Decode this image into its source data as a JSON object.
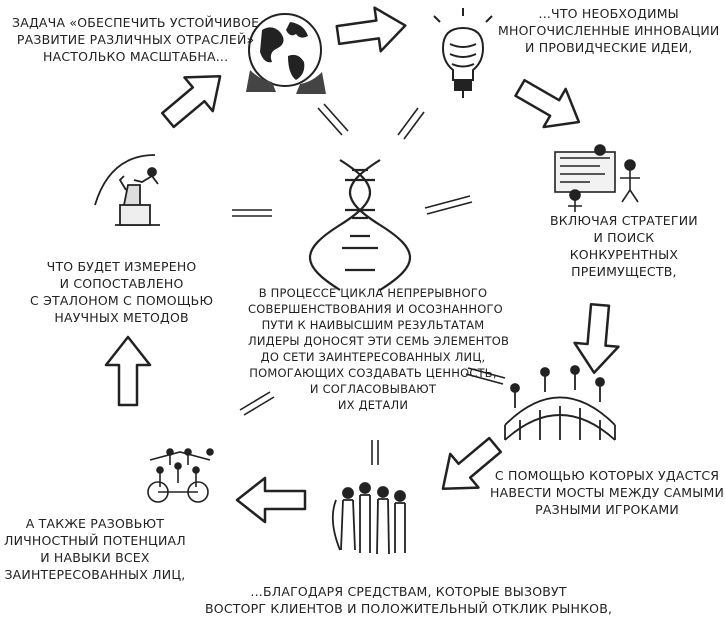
{
  "captions": {
    "globe": [
      "Задача «обеспечить устойчивое",
      "развитие различных отраслей»",
      "настолько масштабна..."
    ],
    "innovation": [
      "...что необходимы",
      "многочисленные инновации",
      "и провидческие идеи,"
    ],
    "strategy": [
      "включая стратегии",
      "и поиск",
      "конкурентных",
      "преимуществ,"
    ],
    "bridges": [
      "с помощью которых удастся",
      "навести мосты между самыми",
      "разными игроками"
    ],
    "customers": [
      "...благодаря средствам, которые вызовут",
      "восторг клиентов и положительный отклик рынков,"
    ],
    "people": [
      "а также разовьют",
      "личностный потенциал",
      "и навыки всех",
      "заинтересованных лиц,"
    ],
    "measure": [
      "что будет измерено",
      "и сопоставлено",
      "с эталоном с помощью",
      "научных методов"
    ],
    "center": [
      "В процессе цикла непрерывного",
      "совершенствования и осознанного",
      "пути к наивысшим результатам",
      "лидеры доносят эти семь элементов",
      "до сети заинтересованных лиц,",
      "помогающих создавать ценность,",
      "и согласовывают",
      "их детали"
    ]
  },
  "icons": [
    "globe-hands-icon",
    "light-bulb-icon",
    "strategy-team-icon",
    "bridge-icon",
    "people-group-icon",
    "human-pyramid-icon",
    "jumping-athlete-icon",
    "dna-helix-icon"
  ],
  "colors": {
    "ink": "#222222",
    "background": "#ffffff"
  }
}
